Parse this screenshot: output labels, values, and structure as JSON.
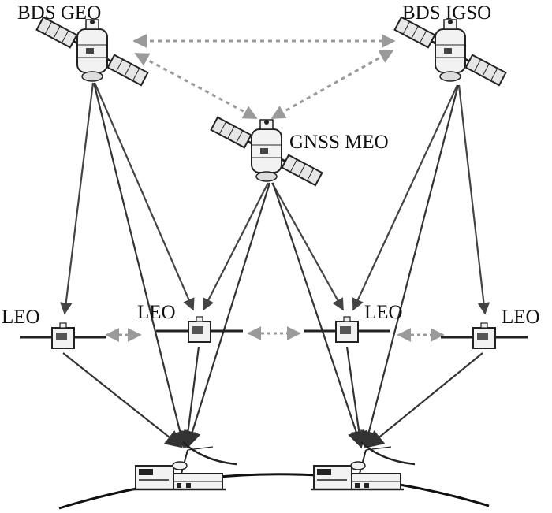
{
  "labels": {
    "geo": "BDS GEO",
    "igso": "BDS IGSO",
    "meo": "GNSS MEO",
    "leo1": "LEO",
    "leo2": "LEO",
    "leo3": "LEO",
    "leo4": "LEO"
  },
  "colors": {
    "arrow": "#444444",
    "dotted": "#9a9a9a",
    "outline": "#222222",
    "body": "#f2f2f2",
    "panel": "#e6e6e6",
    "ground": "#111111"
  }
}
